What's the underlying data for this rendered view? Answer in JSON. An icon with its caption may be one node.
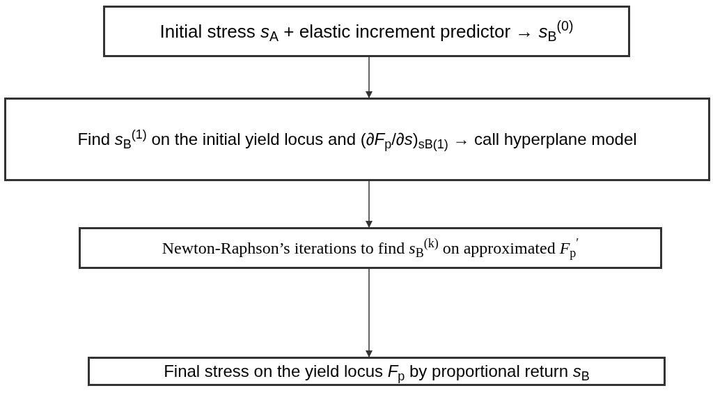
{
  "diagram": {
    "nodes": [
      {
        "text": [
          "Initial stress *s*$_{A}$ + elastic increment predictor → *s*$_{B}$$^{(0)}$"
        ]
      },
      {
        "text": [
          "Find *s*$_{B}$$^{(1)}$ on the initial yield locus and (∂*F*$_{p}$/∂*s*)$_{sB(1)}$ → call hyperplane model"
        ]
      },
      {
        "text": [
          "Newton-Raphson’s iterations to find *s*$_{B}$$^{(k)}$ on approximated *F*$_{p}$$^{′}$"
        ]
      },
      {
        "text": [
          "Final stress on the yield locus *F*$_{p}$ by proportional return *s*$_{B}$"
        ]
      }
    ],
    "edges": [
      {
        "from": 0,
        "to": 1,
        "arrow": "to"
      },
      {
        "from": 1,
        "to": 2,
        "arrow": "to"
      },
      {
        "from": 2,
        "to": 3,
        "arrow": "to"
      }
    ]
  }
}
